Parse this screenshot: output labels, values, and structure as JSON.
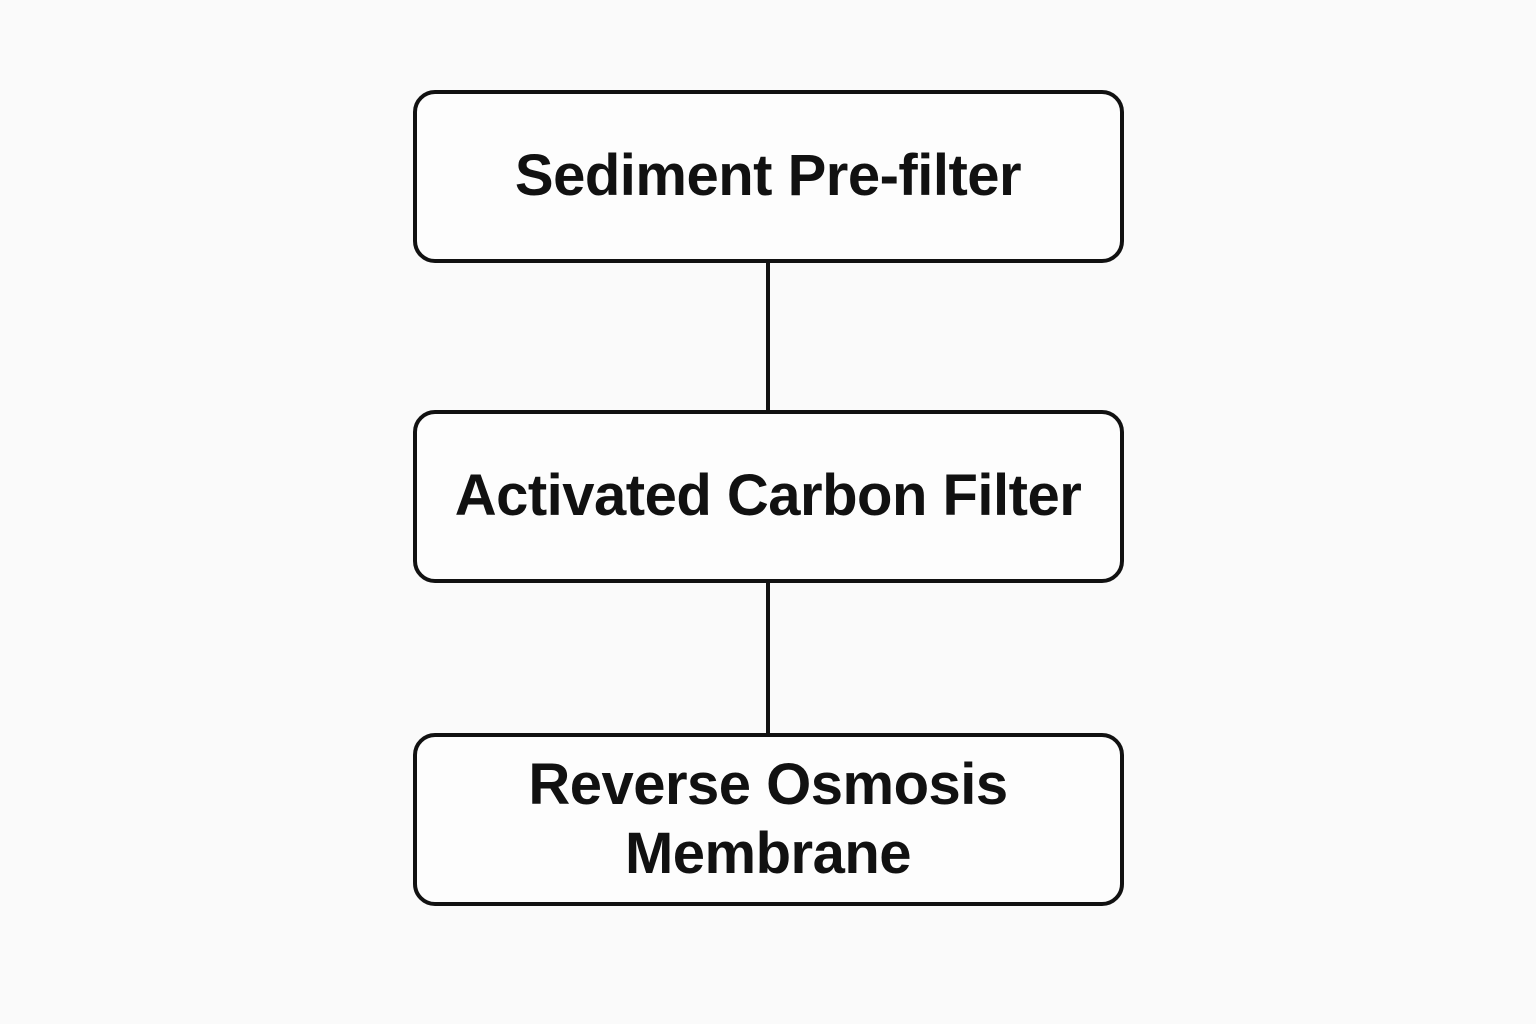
{
  "diagram": {
    "type": "flowchart",
    "direction": "top-to-bottom",
    "nodes": [
      {
        "id": "sediment-pre-filter",
        "label": "Sediment Pre-filter"
      },
      {
        "id": "activated-carbon-filter",
        "label": "Activated Carbon Filter"
      },
      {
        "id": "reverse-osmosis-membrane",
        "label": "Reverse Osmosis Membrane"
      }
    ],
    "edges": [
      {
        "from": "sediment-pre-filter",
        "to": "activated-carbon-filter",
        "style": "plain-line"
      },
      {
        "from": "activated-carbon-filter",
        "to": "reverse-osmosis-membrane",
        "style": "plain-line"
      }
    ],
    "colors": {
      "background": "#fafafa",
      "node_fill": "#fdfdfd",
      "node_border": "#111111",
      "text": "#111111",
      "connector": "#111111"
    }
  }
}
